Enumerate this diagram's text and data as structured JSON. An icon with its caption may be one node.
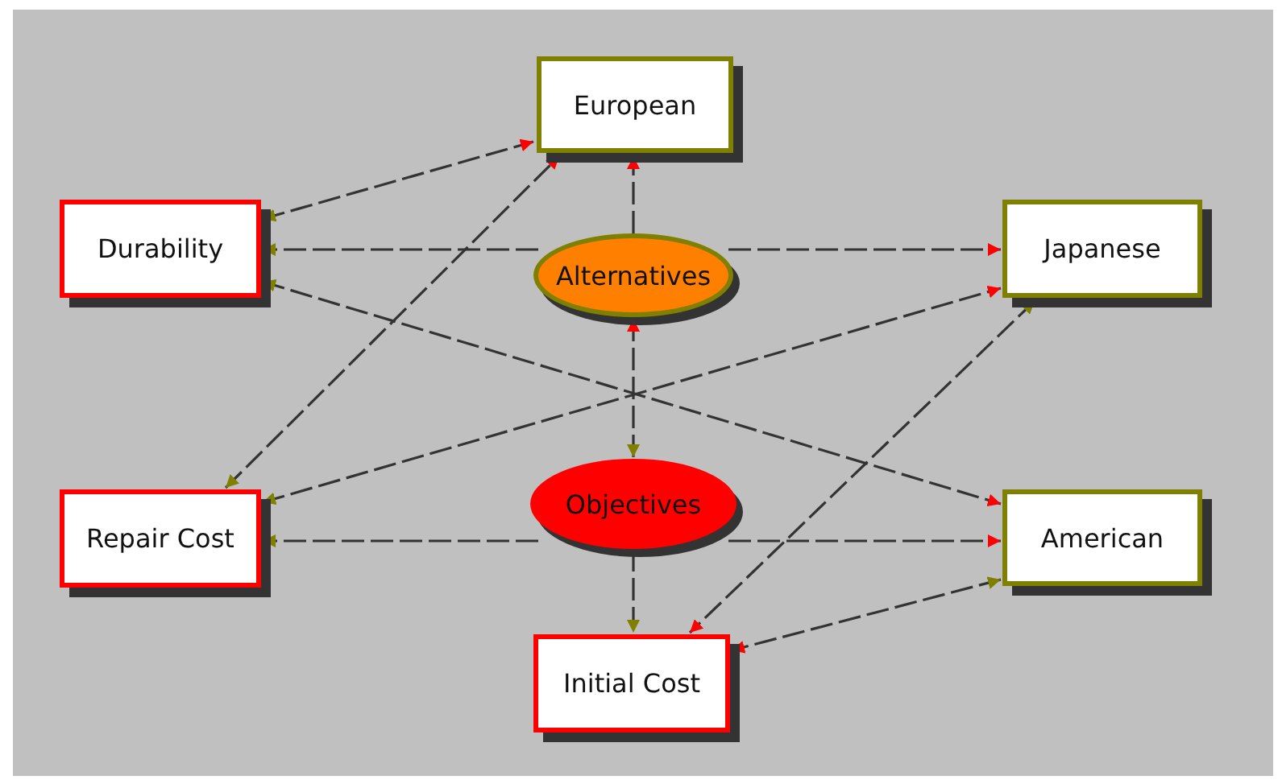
{
  "diagram": {
    "nodes": [
      {
        "text": [
          "European"
        ]
      },
      {
        "text": [
          "Durability"
        ]
      },
      {
        "text": [
          "Alternatives"
        ]
      },
      {
        "text": [
          "Japanese"
        ]
      },
      {
        "text": [
          "Objectives"
        ]
      },
      {
        "text": [
          "Repair Cost"
        ]
      },
      {
        "text": [
          "American"
        ]
      },
      {
        "text": [
          "Initial Cost"
        ]
      }
    ],
    "edges": [
      {
        "from": 1,
        "to": 0,
        "arrow": "both"
      },
      {
        "from": 2,
        "to": 1,
        "arrow": "to"
      },
      {
        "from": 2,
        "to": 3,
        "arrow": "to"
      },
      {
        "from": 1,
        "to": 6,
        "arrow": "both"
      },
      {
        "from": 5,
        "to": 0,
        "arrow": "both"
      },
      {
        "from": 5,
        "to": 3,
        "arrow": "both"
      },
      {
        "from": 4,
        "to": 5,
        "arrow": "to"
      },
      {
        "from": 4,
        "to": 6,
        "arrow": "to"
      },
      {
        "from": 2,
        "to": 0,
        "arrow": "to"
      },
      {
        "from": 4,
        "to": 7,
        "arrow": "to"
      },
      {
        "from": 7,
        "to": 3,
        "arrow": "both"
      },
      {
        "from": 7,
        "to": 6,
        "arrow": "both"
      },
      {
        "from": 4,
        "to": 2,
        "arrow": "both"
      }
    ]
  }
}
